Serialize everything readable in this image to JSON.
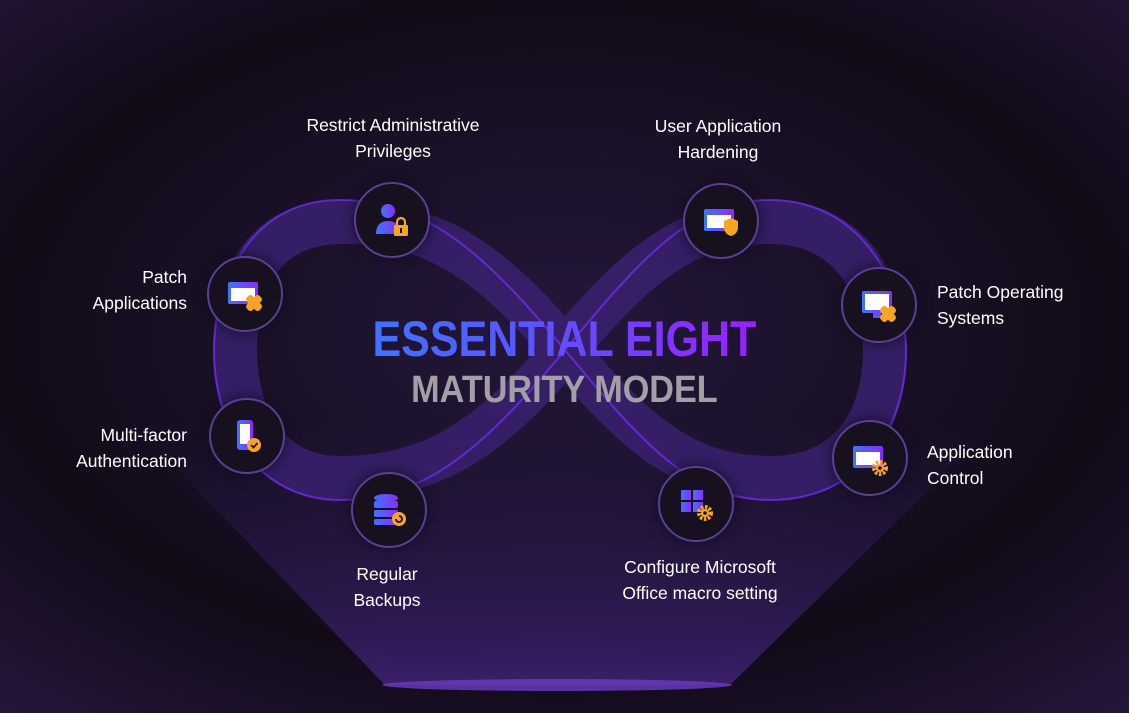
{
  "title": {
    "line1": "ESSENTIAL EIGHT",
    "line2": "MATURITY MODEL"
  },
  "colors": {
    "accent_blue": "#3f73ff",
    "accent_purple": "#9a1fff",
    "icon_orange": "#f6a623",
    "loop": "#4a2a8a"
  },
  "items": [
    {
      "label": "Restrict Administrative Privileges",
      "icon": "user-lock-icon"
    },
    {
      "label": "User Application Hardening",
      "icon": "window-shield-icon"
    },
    {
      "label": "Patch Applications",
      "icon": "window-patch-icon"
    },
    {
      "label": "Patch Operating Systems",
      "icon": "monitor-patch-icon"
    },
    {
      "label": "Multi-factor Authentication",
      "icon": "phone-check-icon"
    },
    {
      "label": "Application Control",
      "icon": "window-gear-icon"
    },
    {
      "label": "Regular Backups",
      "icon": "database-restore-icon"
    },
    {
      "label": "Configure Microsoft Office macro setting",
      "icon": "windows-gear-icon"
    }
  ]
}
